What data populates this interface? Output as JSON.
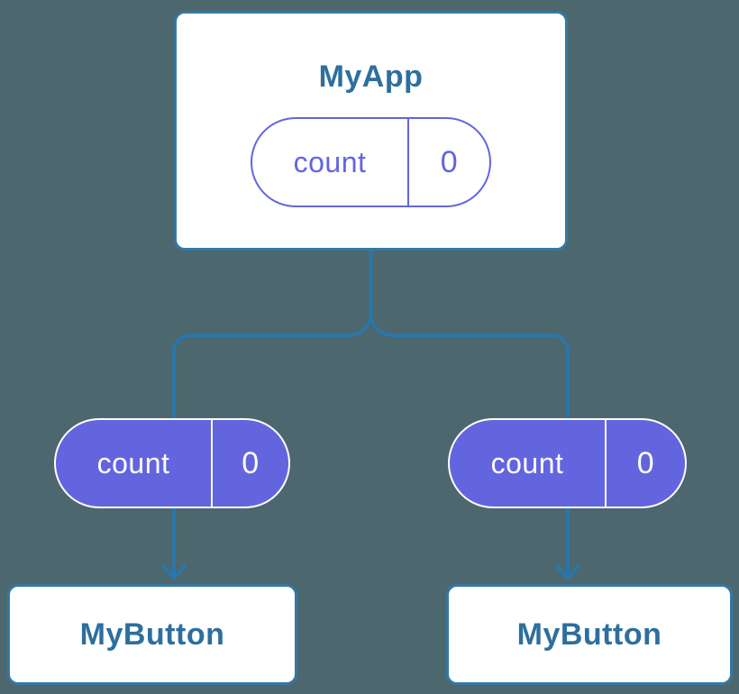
{
  "diagram": {
    "root": {
      "title": "MyApp",
      "state": {
        "key": "count",
        "value": "0"
      }
    },
    "props": {
      "left": {
        "key": "count",
        "value": "0"
      },
      "right": {
        "key": "count",
        "value": "0"
      }
    },
    "children": {
      "left": {
        "title": "MyButton"
      },
      "right": {
        "title": "MyButton"
      }
    }
  },
  "colors": {
    "background": "#4C676E",
    "line": "#2B76A9",
    "node_border": "#3578A3",
    "node_title": "#2D6F9E",
    "pill": "#6365DF",
    "pill_text_light": "#FFFFFF",
    "node_fill": "#FFFFFF"
  }
}
